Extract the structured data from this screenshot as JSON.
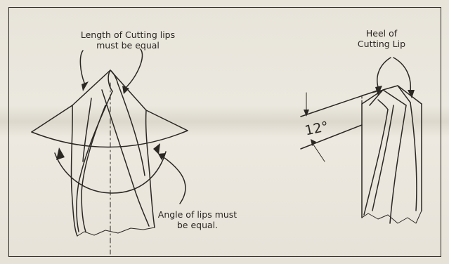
{
  "labels": {
    "length_lips_line1": "Length of Cutting lips",
    "length_lips_line2": "must be equal",
    "heel_line1": "Heel of",
    "heel_line2": "Cutting Lip",
    "angle_lips_line1": "Angle of lips must",
    "angle_lips_line2": "be equal.",
    "clearance_angle": "12°"
  },
  "colors": {
    "ink": "#2a2622",
    "paper": "#e8e4da"
  }
}
